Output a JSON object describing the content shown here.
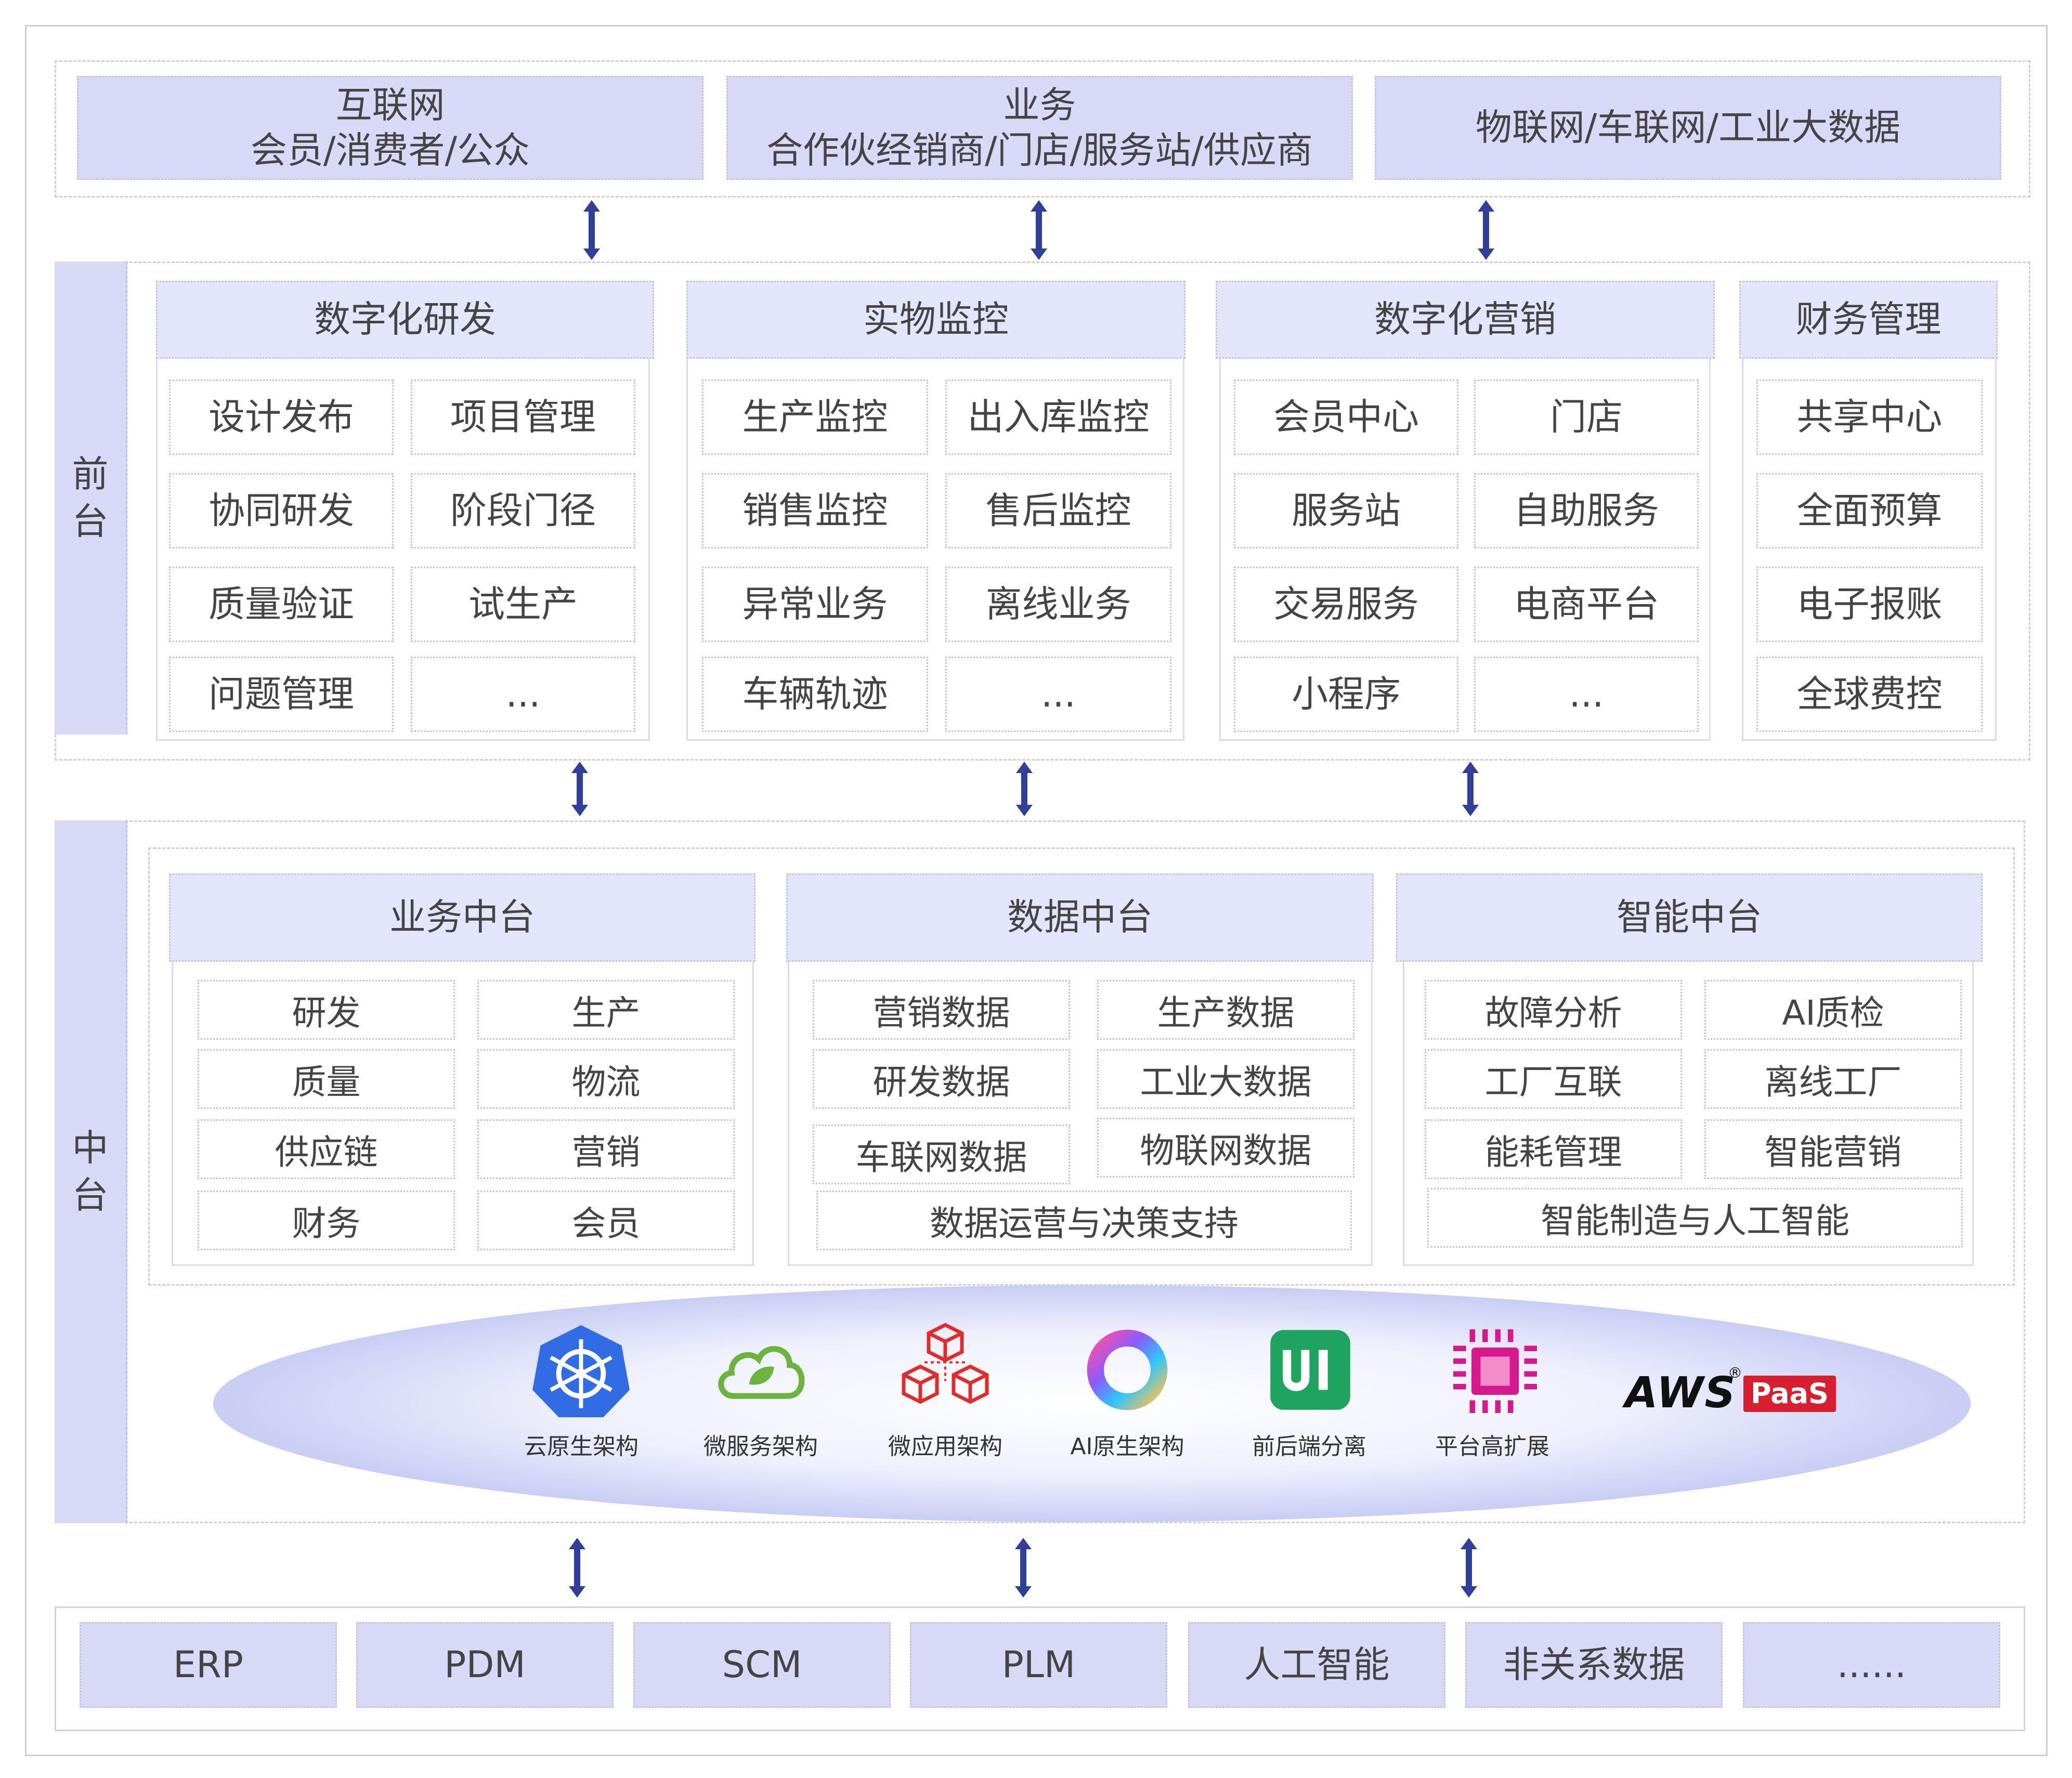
{
  "top": [
    {
      "line1": "互联网",
      "line2": "会员/消费者/公众"
    },
    {
      "line1": "业务",
      "line2": "合作伙经销商/门店/服务站/供应商"
    },
    {
      "line1": "物联网/车联网/工业大数据",
      "line2": ""
    }
  ],
  "front": {
    "label_line1": "前",
    "label_line2": "台",
    "groups": [
      {
        "title": "数字化研发",
        "items": [
          "设计发布",
          "项目管理",
          "协同研发",
          "阶段门径",
          "质量验证",
          "试生产",
          "问题管理",
          "..."
        ]
      },
      {
        "title": "实物监控",
        "items": [
          "生产监控",
          "出入库监控",
          "销售监控",
          "售后监控",
          "异常业务",
          "离线业务",
          "车辆轨迹",
          "..."
        ]
      },
      {
        "title": "数字化营销",
        "items": [
          "会员中心",
          "门店",
          "服务站",
          "自助服务",
          "交易服务",
          "电商平台",
          "小程序",
          "..."
        ]
      },
      {
        "title": "财务管理",
        "items": [
          "共享中心",
          "全面预算",
          "电子报账",
          "全球费控"
        ]
      }
    ]
  },
  "middle": {
    "label_line1": "中",
    "label_line2": "台",
    "groups": [
      {
        "title": "业务中台",
        "items": [
          "研发",
          "生产",
          "质量",
          "物流",
          "供应链",
          "营销",
          "财务",
          "会员"
        ],
        "footer": ""
      },
      {
        "title": "数据中台",
        "items": [
          "营销数据",
          "生产数据",
          "研发数据",
          "工业大数据",
          "车联网数据",
          "物联网数据"
        ],
        "footer": "数据运营与决策支持"
      },
      {
        "title": "智能中台",
        "items": [
          "故障分析",
          "AI质检",
          "工厂互联",
          "离线工厂",
          "能耗管理",
          "智能营销"
        ],
        "footer": "智能制造与人工智能"
      }
    ],
    "tech": [
      {
        "label": "云原生架构",
        "icon": "kubernetes-icon"
      },
      {
        "label": "微服务架构",
        "icon": "spring-cloud-icon"
      },
      {
        "label": "微应用架构",
        "icon": "cubes-icon"
      },
      {
        "label": "AI原生架构",
        "icon": "ai-ring-icon"
      },
      {
        "label": "前后端分离",
        "icon": "ui-icon"
      },
      {
        "label": "平台高扩展",
        "icon": "chip-icon"
      }
    ],
    "brand": {
      "aws": "AWS",
      "reg": "®",
      "paas": "PaaS"
    }
  },
  "bottom": [
    "ERP",
    "PDM",
    "SCM",
    "PLM",
    "人工智能",
    "非关系数据",
    "......"
  ],
  "colors": {
    "lavender": "#d7d9f6",
    "arrow": "#2f3f9a",
    "k8s": "#326ce5",
    "spring": "#6db33f",
    "cube": "#e02c2c",
    "ui": "#1fa45f",
    "chip": "#d6198d",
    "paas": "#d71f2f"
  }
}
